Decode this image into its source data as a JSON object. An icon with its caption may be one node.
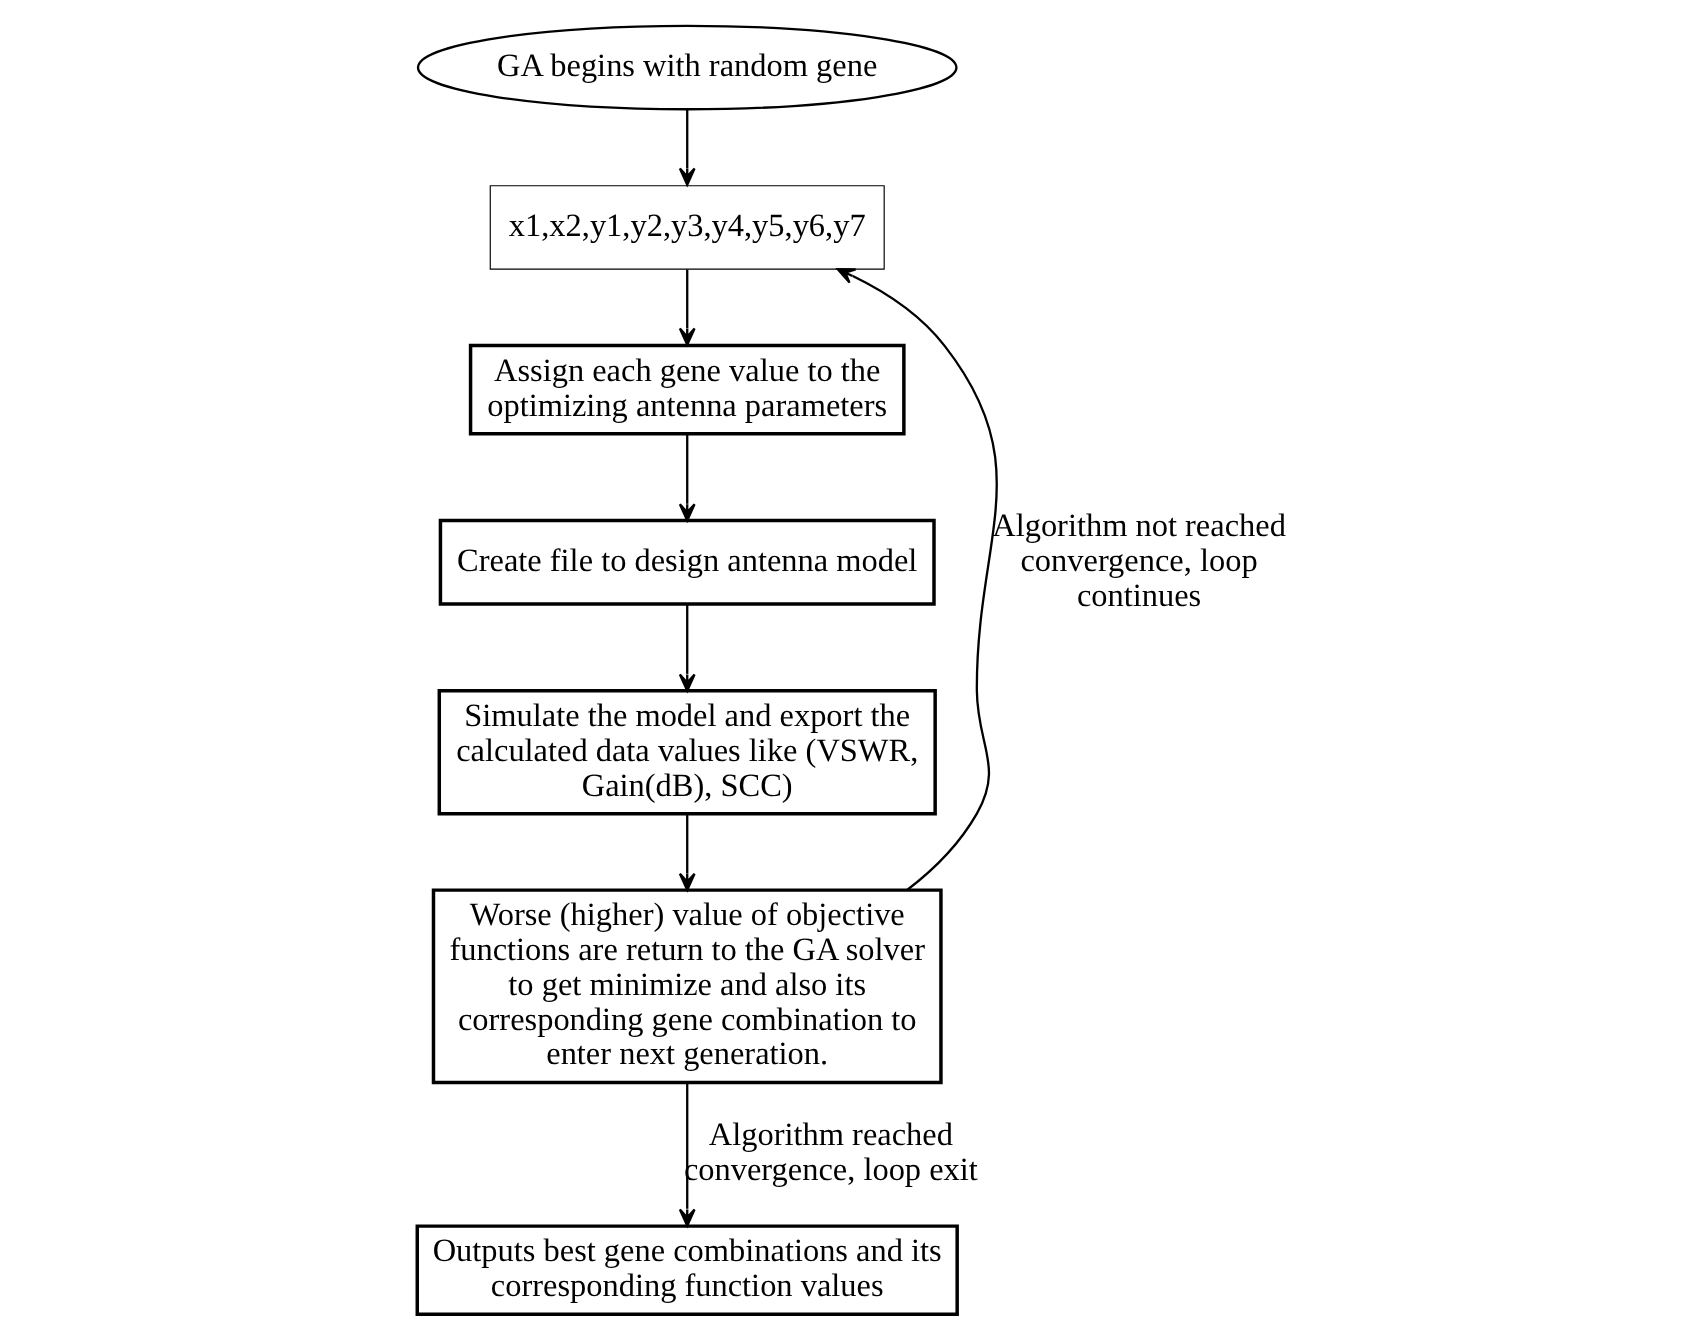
{
  "diagram": {
    "nodes": [
      {
        "text": [
          "GA begins with random gene"
        ]
      },
      {
        "text": [
          "x1,x2,y1,y2,y3,y4,y5,y6,y7"
        ]
      },
      {
        "text": [
          "Assign each gene value to the optimizing antenna parameters"
        ]
      },
      {
        "text": [
          "Create file to design antenna model"
        ]
      },
      {
        "text": [
          "Simulate the model and export the calculated data values like (VSWR, Gain(dB), SCC)"
        ]
      },
      {
        "text": [
          "Worse (higher) value of objective functions are return to the GA solver to get minimize and also its corresponding gene combination to enter next generation."
        ]
      },
      {
        "text": [
          "Outputs best gene combinations and its corresponding function values"
        ]
      }
    ],
    "edges": [
      {
        "from": 0,
        "to": 1,
        "arrow": "to"
      },
      {
        "from": 1,
        "to": 2,
        "arrow": "to"
      },
      {
        "from": 2,
        "to": 3,
        "arrow": "to"
      },
      {
        "from": 3,
        "to": 4,
        "arrow": "to"
      },
      {
        "from": 4,
        "to": 5,
        "arrow": "to"
      },
      {
        "from": 5,
        "to": 1,
        "arrow": "to",
        "label": "Algorithm not reached convergence, loop continues"
      },
      {
        "from": 5,
        "to": 6,
        "arrow": "to",
        "label": "Algorithm reached convergence, loop exit"
      }
    ]
  }
}
